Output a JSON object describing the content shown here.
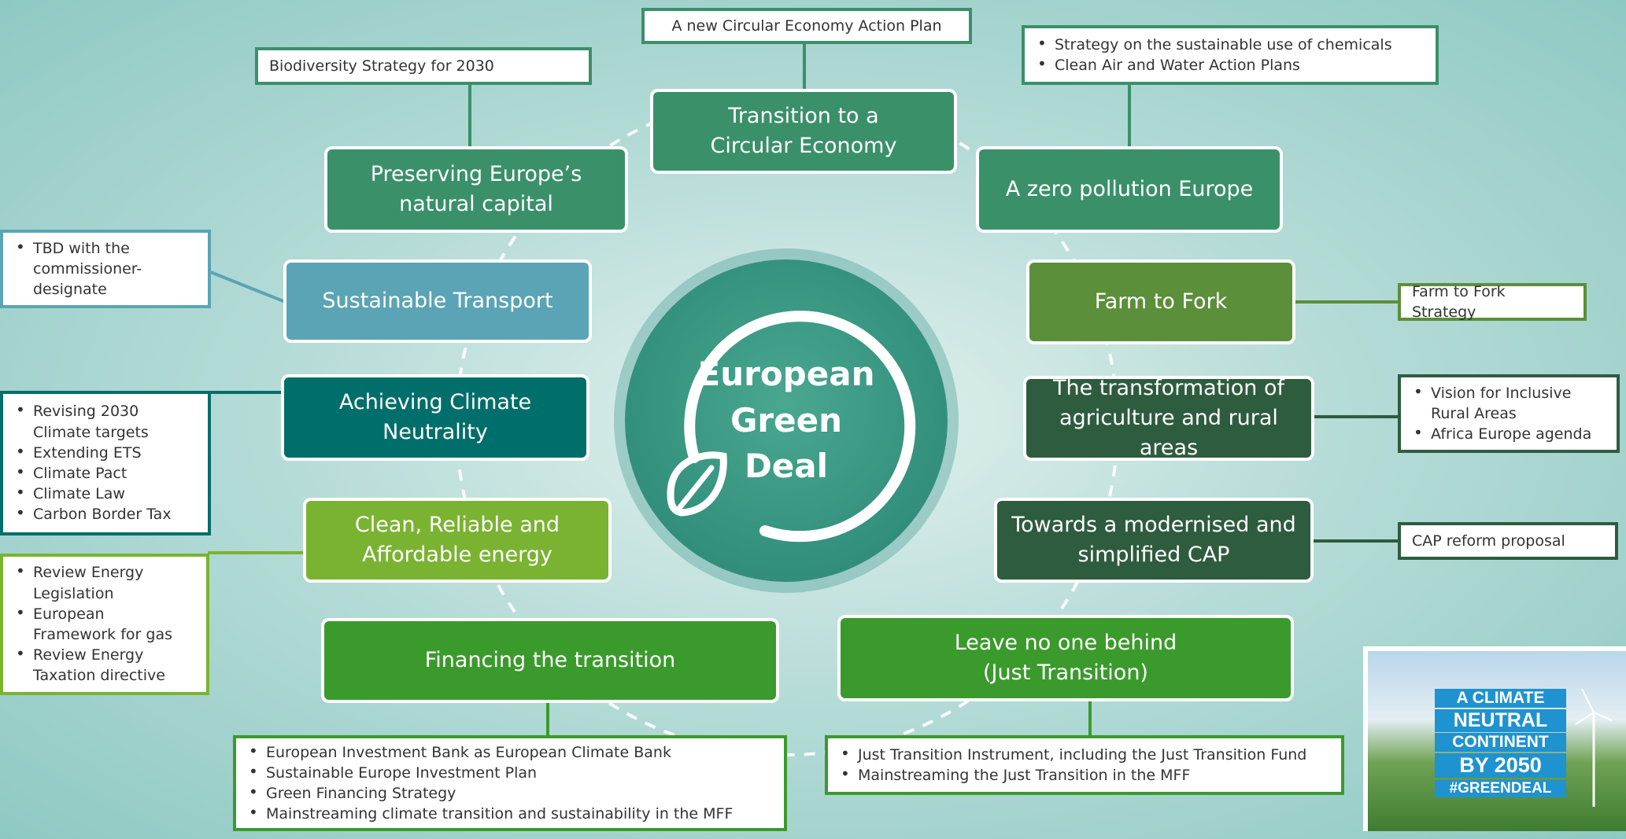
{
  "center": {
    "title": "European\nGreen\nDeal"
  },
  "pillars": {
    "circular": "Transition to a\nCircular Economy",
    "natural_capital": "Preserving Europe’s\nnatural capital",
    "zero_pollution": "A zero pollution Europe",
    "transport": "Sustainable Transport",
    "farm_to_fork": "Farm to Fork",
    "climate_neutrality": "Achieving Climate\nNeutrality",
    "agriculture": "The transformation of\nagriculture and rural areas",
    "energy": "Clean, Reliable and\nAffordable energy",
    "cap": "Towards a modernised and\nsimplified CAP",
    "financing": "Financing the transition",
    "just_transition": "Leave no one behind\n(Just Transition)"
  },
  "notes": {
    "circular_plan": "A new Circular Economy Action Plan",
    "biodiversity": "Biodiversity Strategy for 2030",
    "pollution": [
      "Strategy on the sustainable use of chemicals",
      "Clean Air and Water Action Plans"
    ],
    "transport": [
      "TBD with the commissioner-designate"
    ],
    "farm_to_fork": "Farm to Fork Strategy",
    "climate": [
      "Revising 2030 Climate targets",
      "Extending ETS",
      "Climate Pact",
      "Climate Law",
      "Carbon Border Tax"
    ],
    "agriculture": [
      "Vision for Inclusive Rural Areas",
      "Africa Europe agenda"
    ],
    "cap": "CAP reform proposal",
    "energy": [
      "Review Energy Legislation",
      "European Framework for gas",
      "Review Energy Taxation directive"
    ],
    "financing": [
      "European Investment Bank as European Climate Bank",
      "Sustainable Europe Investment Plan",
      "Green Financing Strategy",
      "Mainstreaming climate transition and sustainability in the MFF"
    ],
    "just_transition": [
      "Just Transition Instrument, including the Just Transition Fund",
      "Mainstreaming the Just Transition in the MFF"
    ]
  },
  "badge": {
    "line1": "A CLIMATE",
    "line2": "NEUTRAL",
    "line3": "CONTINENT",
    "line4": "BY 2050",
    "line5": "#GREENDEAL"
  },
  "colors": {
    "dark_green": "#2e5c3e",
    "mid_green": "#3a9069",
    "light_green": "#7ab331",
    "bright_green": "#3b9a2c",
    "teal": "#006e6a",
    "blue_teal": "#5aa4b5",
    "olive_green": "#5b8f3a"
  }
}
